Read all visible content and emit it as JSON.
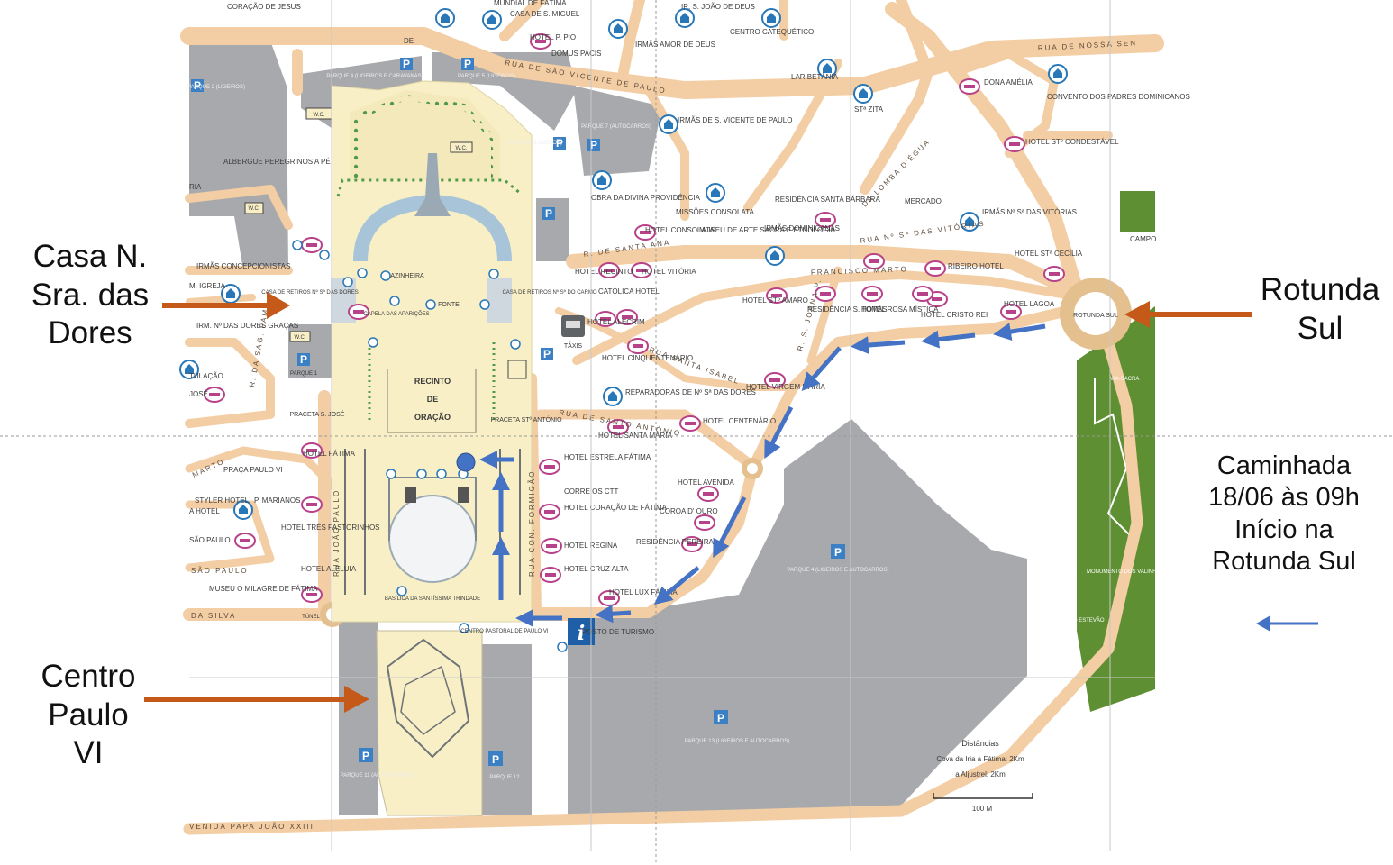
{
  "callouts": {
    "casa": [
      "Casa N.",
      "Sra. das",
      "Dores"
    ],
    "centro": [
      "Centro",
      "Paulo",
      "VI"
    ],
    "rotunda": [
      "Rotunda",
      "Sul"
    ],
    "walk_note": [
      "Caminhada",
      "18/06 às 09h",
      "Início na",
      "Rotunda Sul"
    ]
  },
  "colors": {
    "arrow": "#c5591a",
    "route": "#4472c4",
    "road": "#f3cda3",
    "sanctuary": "#f8efc6",
    "parking": "#a7a9ac",
    "park": "#5e8f32",
    "lodging": "#b8428a",
    "religious": "#2878b9"
  },
  "map": {
    "streets": {
      "sao_vicente_paulo": "RUA DE SÃO VICENTE DE PAULO",
      "senhora": "RUA DE NOSSA SEN",
      "santa_ana": "R. DE SANTA ANA",
      "francisco_marto": "FRANCISCO MARTO",
      "santo_antonio": "RUA DE SANTO ANTÓNIO",
      "santa_isabel": "RUA SANTA ISABEL",
      "con_formigao": "RUA CON. FORMIGÃO",
      "joao_paulo": "RUA JOÃO PAULO",
      "sagrada_familia": "R. DA SAG. FAMIL",
      "joana_p": "R. S. JOANA P.",
      "papa_joao": "VENIDA PAPA JOÃO XXIII",
      "silva": "DA SILVA",
      "sao_paulo": "SÃO PAULO",
      "marto": "MARTO",
      "lomba": "DA LOMBA D'ÉGUA",
      "nossa_vitorias": "RUA Nº Sª DAS VITÓRIAS"
    },
    "sanctuary": {
      "recinto": "RECINTO",
      "de": "DE",
      "oracao": "ORAÇÃO",
      "azinheira": "AZINHEIRA",
      "fonte": "FONTE",
      "capela": "CAPELA DAS APARIÇÕES",
      "basilica": "BASÍLICA DA SANTÍSSIMA TRINDADE",
      "centro_pastoral": "CENTRO PASTORAL DE PAULO VI",
      "casa_retiros_dores": "CASA DE RETIROS Nº Sª DAS DORES",
      "casa_retiros_carmo": "CASA DE RETIROS Nº Sª DO CARMO",
      "rotunda_sul": "ROTUNDA SUL",
      "tunel": "TÚNEL",
      "praceta_antonio": "PRACETA STº ANTÓNIO",
      "praceta_jose": "PRACETA S. JOSÉ",
      "posto_turismo": "POSTO DE TURISMO",
      "taxis": "TÁXIS",
      "wc": "W.C."
    },
    "parking": [
      "PARQUE 2 (LIGEIROS)",
      "PARQUE 4 (LIGEIROS E CARAVANAS)",
      "PARQUE 5 (LIGEIROS)",
      "PARQUE 6 (LIGEIROS)",
      "PARQUE 7 (AUTOCARROS)",
      "PARQUE 1",
      "PARQUE 4 (LIGEIROS E AUTOCARROS)",
      "PARQUE 11 (AUTOCARROS)",
      "PARQUE 12",
      "PARQUE 13 (LIGEIROS E AUTOCARROS)"
    ],
    "places": {
      "coracao_jesus": "CORAÇÃO DE JESUS",
      "mundial_fatima": "MUNDIAL DE FÁTIMA",
      "casa_miguel": "CASA DE S. MIGUEL",
      "hotel_pio": "HOTEL P. PIO",
      "domus_pacis": "DOMUS PACIS",
      "irmas_amor": "IRMÃS AMOR DE DEUS",
      "ir_joao": "IR. S. JOÃO DE DEUS",
      "centro_catequetico": "CENTRO CATEQUÉTICO",
      "lar_betania": "LAR BETÂNIA",
      "sta_zita": "STª ZITA",
      "dona_amelia": "DONA AMÉLIA",
      "convento": "CONVENTO DOS PADRES DOMINICANOS",
      "hotel_condestavel": "HOTEL STº CONDESTÁVEL",
      "irmas_vicente": "IRMÃS DE S. VICENTE DE PAULO",
      "albergue": "ALBERGUE PEREGRINOS A PÉ",
      "obra_divina": "OBRA DA DIVINA PROVIDÊNCIA",
      "missoes": "MISSÕES CONSOLATA",
      "residencia_barbara": "RESIDÊNCIA SANTA BÁRBARA",
      "mercado": "MERCADO",
      "irmas_vitorias": "IRMÃS Nº Sª DAS VITÓRIAS",
      "irmas_concepcionistas": "IRMÃS CONCEPCIONISTAS",
      "hotel_consolata": "HOTEL CONSOLATA",
      "museu_arte": "MUSEU DE ARTE SACRA E ETNOLOGIA",
      "irmas_dominicanas": "IRMÃS DOMINICANAS",
      "hotel_recinto": "HOTEL RECINTO",
      "hotel_vitoria": "HOTEL VITÓRIA",
      "catolica": "CATÓLICA HOTEL",
      "ribeiro": "RIBEIRO HOTEL",
      "hotel_cecilia": "HOTEL STª CECÍLIA",
      "hotel_amaro": "HOTEL STº AMARO",
      "residencia_tomas": "RESIDÊNCIA S. TOMÁS",
      "hotel_rosa": "HOTEL ROSA MÍSTICA",
      "hotel_cristo": "HOTEL CRISTO REI",
      "hotel_lagoa": "HOTEL LAGOA",
      "hotel_alecrim": "HOTEL ALECRIM",
      "hotel_cinquentenario": "HOTEL CINQUENTENÁRIO",
      "reparadoras": "REPARADORAS DE Nº Sª DAS DORES",
      "hotel_virgem": "HOTEL VIRGEM MARIA",
      "hotel_centenario": "HOTEL CENTENÁRIO",
      "hotel_santa_maria": "HOTEL SANTA MARIA",
      "hotel_estrela": "HOTEL ESTRELA FÁTIMA",
      "correios": "CORREIOS CTT",
      "hotel_coracao": "HOTEL CORAÇÃO DE FÁTIMA",
      "hotel_regina": "HOTEL REGINA",
      "hotel_cruz": "HOTEL CRUZ ALTA",
      "hotel_lux": "HOTEL LUX FÁTIMA",
      "hotel_avenida": "HOTEL AVENIDA",
      "coroa_ouro": "COROA D' OURO",
      "residencia_pereira": "RESIDÊNCIA PEREIRA",
      "hotel_fatima": "HOTEL FÁTIMA",
      "praca_paulo": "PRAÇA PAULO VI",
      "styler": "STYLER HOTEL",
      "p_marianos": "P. MARIANOS",
      "hotel_tres": "HOTEL TRÊS PASTORINHOS",
      "sao_paulo_hotel": "SÃO PAULO",
      "hotel_aleluia": "HOTEL ALELUIA",
      "museu_milagre": "MUSEU O MILAGRE DE FÁTIMA",
      "via_sacra": "VIA-SACRA",
      "monumento": "MONUMENTO DOS VALINHOS",
      "capela_estevao": "CAPELA DE SANTO ESTEVÃO",
      "campo": "CAMPO",
      "ria": "RIA",
      "m_igreja": "M. IGREJA",
      "irm_dores": "IRM. Nº DAS DORES GRAÇAS",
      "tulacao": "TULAÇÃO",
      "jose": "JOSÉ",
      "sao_paulo_left": "ÃO PAULO",
      "a_hotel": "A HOTEL",
      "de_left": "DE"
    },
    "legend": {
      "distancias": "Distâncias",
      "cova": "Cova da Iria a Fátima: 2Km",
      "aljustrel": "a Aljustrel: 2Km",
      "scale": "100 M"
    }
  }
}
